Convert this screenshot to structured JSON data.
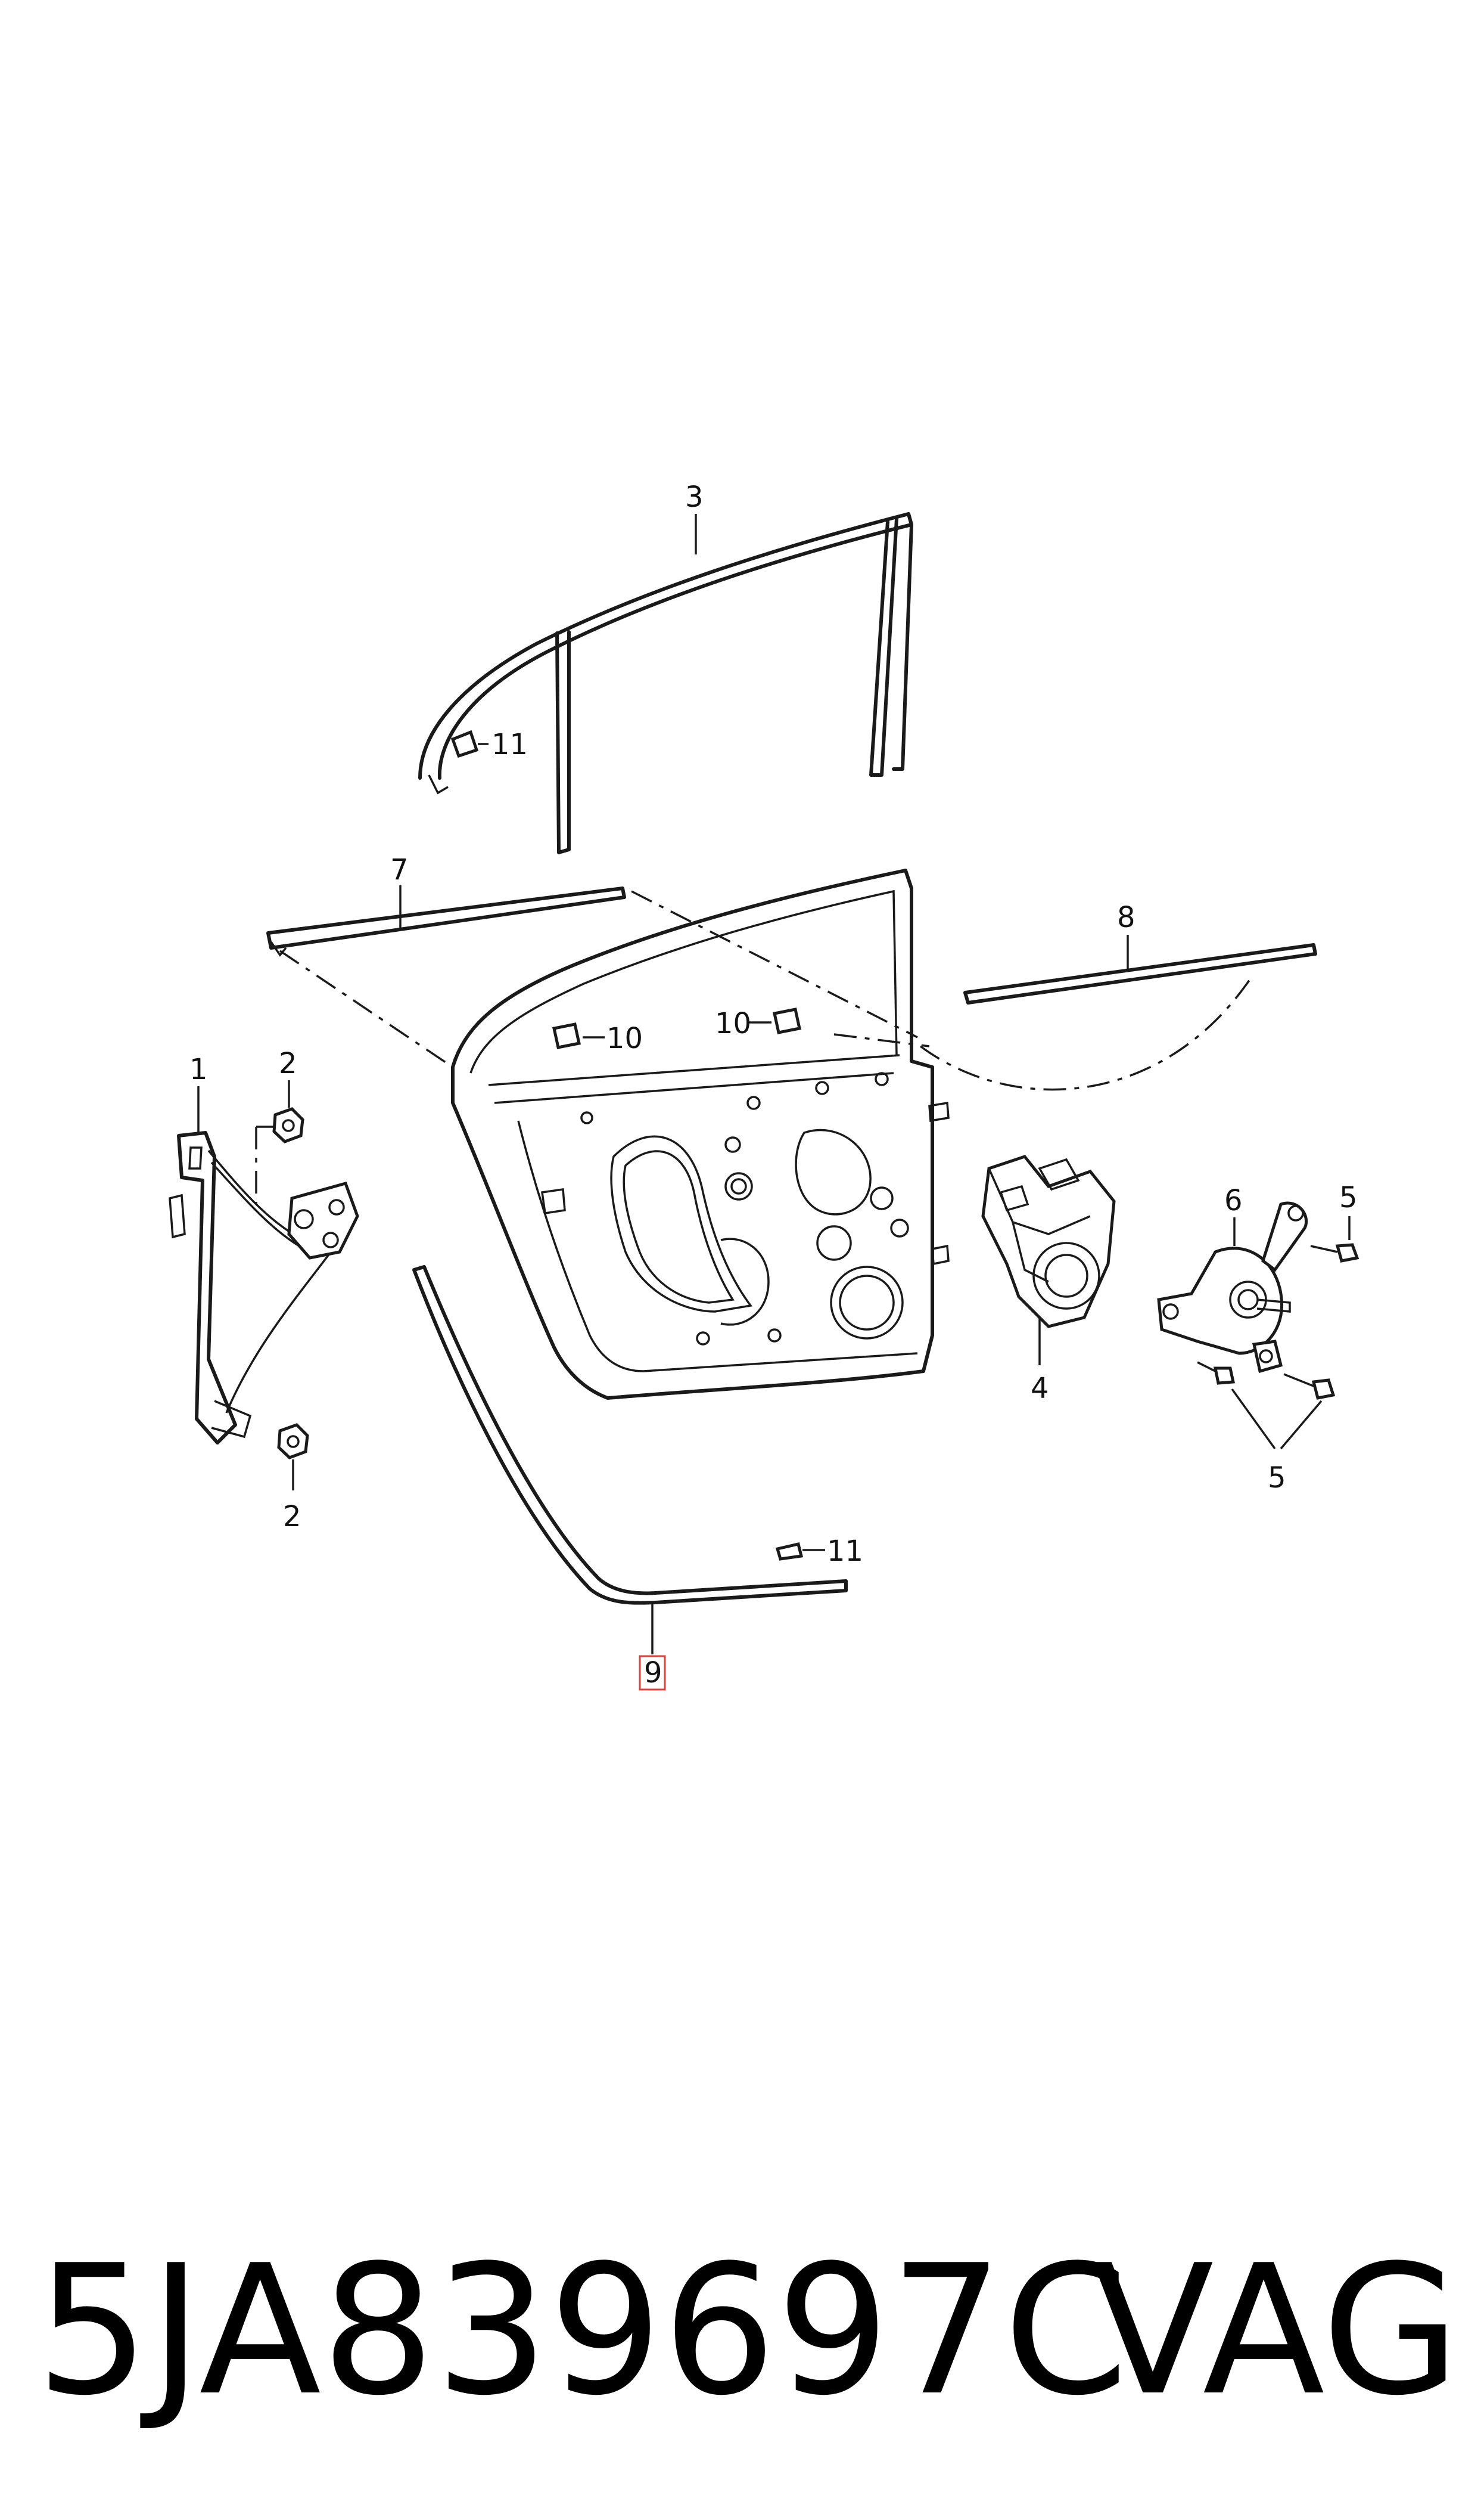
{
  "callouts": {
    "c1": "1",
    "c2a": "2",
    "c2b": "2",
    "c3": "3",
    "c4": "4",
    "c5a": "5",
    "c5b": "5",
    "c6": "6",
    "c7": "7",
    "c8": "8",
    "c9": "9",
    "c10a": "10",
    "c10b": "10",
    "c11a": "11",
    "c11b": "11"
  },
  "highlight_color": "#e0403a",
  "footer": {
    "part_number": "5JA839697C",
    "brand": "VAG"
  }
}
